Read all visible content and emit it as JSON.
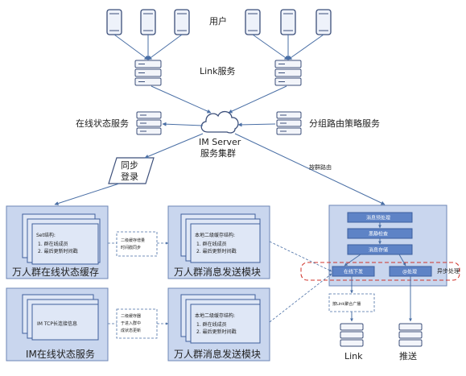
{
  "labels": {
    "users": "用户",
    "link_service": "Link服务",
    "online_status_service": "在线状态服务",
    "routing_policy_service": "分组路由策略服务",
    "im_server": "IM Server",
    "im_server_cluster": "服务集群",
    "route_by_group": "按群路由",
    "sync_login": [
      "同步",
      "登录"
    ],
    "async_process": "异步处理",
    "by_link_aggregate_broadcast": "按Link聚合广播",
    "link": "Link",
    "push": "推送"
  },
  "panels": {
    "group_status_cache": {
      "title": "万人群在线状态缓存",
      "sheet_title": "Set结构:",
      "items": [
        "1.    群在线成员",
        "2.    最后更新时间戳"
      ]
    },
    "group_msg_module_1": {
      "title": "万人群消息发送模块",
      "sheet_title": "本地二级缓存结构:",
      "items": [
        "1.    群在线成员",
        "2.    最后更新时间戳"
      ]
    },
    "im_online_service": {
      "title": "IM在线状态服务",
      "sheet_title": "IM TCP长连接信息"
    },
    "group_msg_module_2": {
      "title": "万人群消息发送模块",
      "sheet_title": "本地二级缓存结构:",
      "items": [
        "1.    群在线成员",
        "2.    最后更新时间戳"
      ]
    }
  },
  "notes": {
    "cache_sync": [
      "二级缓存增量",
      "时间戳同步"
    ],
    "cache_sync_2": [
      "二级缓存器",
      "于进入群中",
      "成状态更新"
    ]
  },
  "pipeline": {
    "steps": [
      "消息预处理",
      "黑静检查",
      "消息存储"
    ],
    "online_send": "在线下发",
    "at_process": "@处理"
  }
}
